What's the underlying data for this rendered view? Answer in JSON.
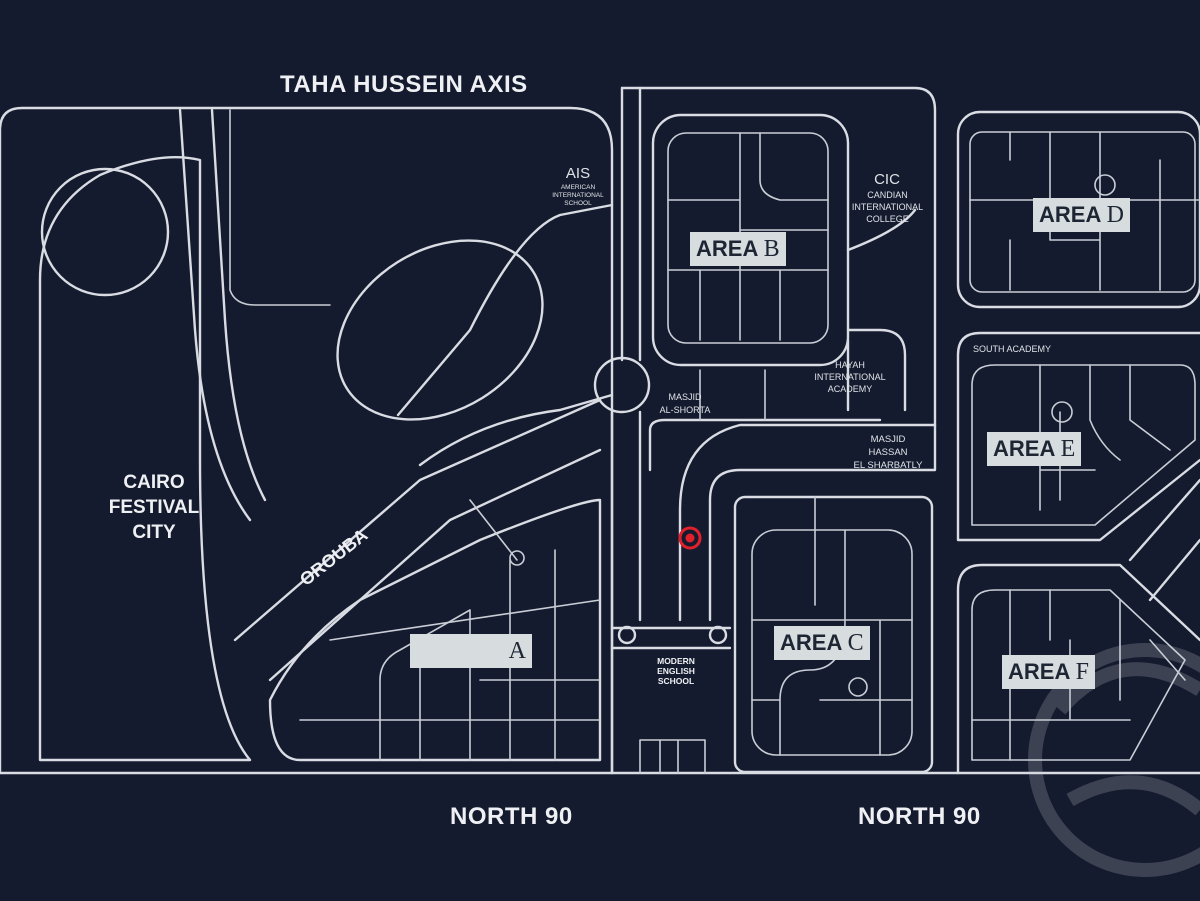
{
  "roads": {
    "top": "TAHA HUSSEIN AXIS",
    "north_left": "NORTH 90",
    "north_right": "NORTH 90",
    "orouba": "OROUBA"
  },
  "district": {
    "line1": "CAIRO",
    "line2": "FESTIVAL",
    "line3": "CITY"
  },
  "areas": {
    "a": {
      "prefix": "",
      "letter": "A"
    },
    "b": {
      "prefix": "AREA ",
      "letter": "B"
    },
    "c": {
      "prefix": "AREA ",
      "letter": "C"
    },
    "d": {
      "prefix": "AREA ",
      "letter": "D"
    },
    "e": {
      "prefix": "AREA ",
      "letter": "E"
    },
    "f": {
      "prefix": "AREA ",
      "letter": "F"
    }
  },
  "landmarks": {
    "ais": {
      "title": "AIS",
      "line1": "AMERICAN",
      "line2": "INTERNATIONAL",
      "line3": "SCHOOL"
    },
    "cic": {
      "title": "CIC",
      "line1": "CANDIAN",
      "line2": "INTERNATIONAL",
      "line3": "COLLEGE"
    },
    "south_academy": "SOUTH ACADEMY",
    "hayah": {
      "line1": "HAYAH",
      "line2": "INTERNATIONAL",
      "line3": "ACADEMY"
    },
    "masjid_shorta": {
      "line1": "MASJID",
      "line2": "AL-SHORTA"
    },
    "masjid_hassan": {
      "line1": "MASJID",
      "line2": "HASSAN",
      "line3": "EL SHARBATLY"
    },
    "mes": {
      "line1": "MODERN",
      "line2": "ENGLISH",
      "line3": "SCHOOL"
    }
  },
  "marker": {
    "name": "location-marker",
    "color": "#e0202a"
  },
  "colors": {
    "background": "#151b2e",
    "lines": "#d9dde3",
    "label_bg": "#d7dcdf"
  }
}
